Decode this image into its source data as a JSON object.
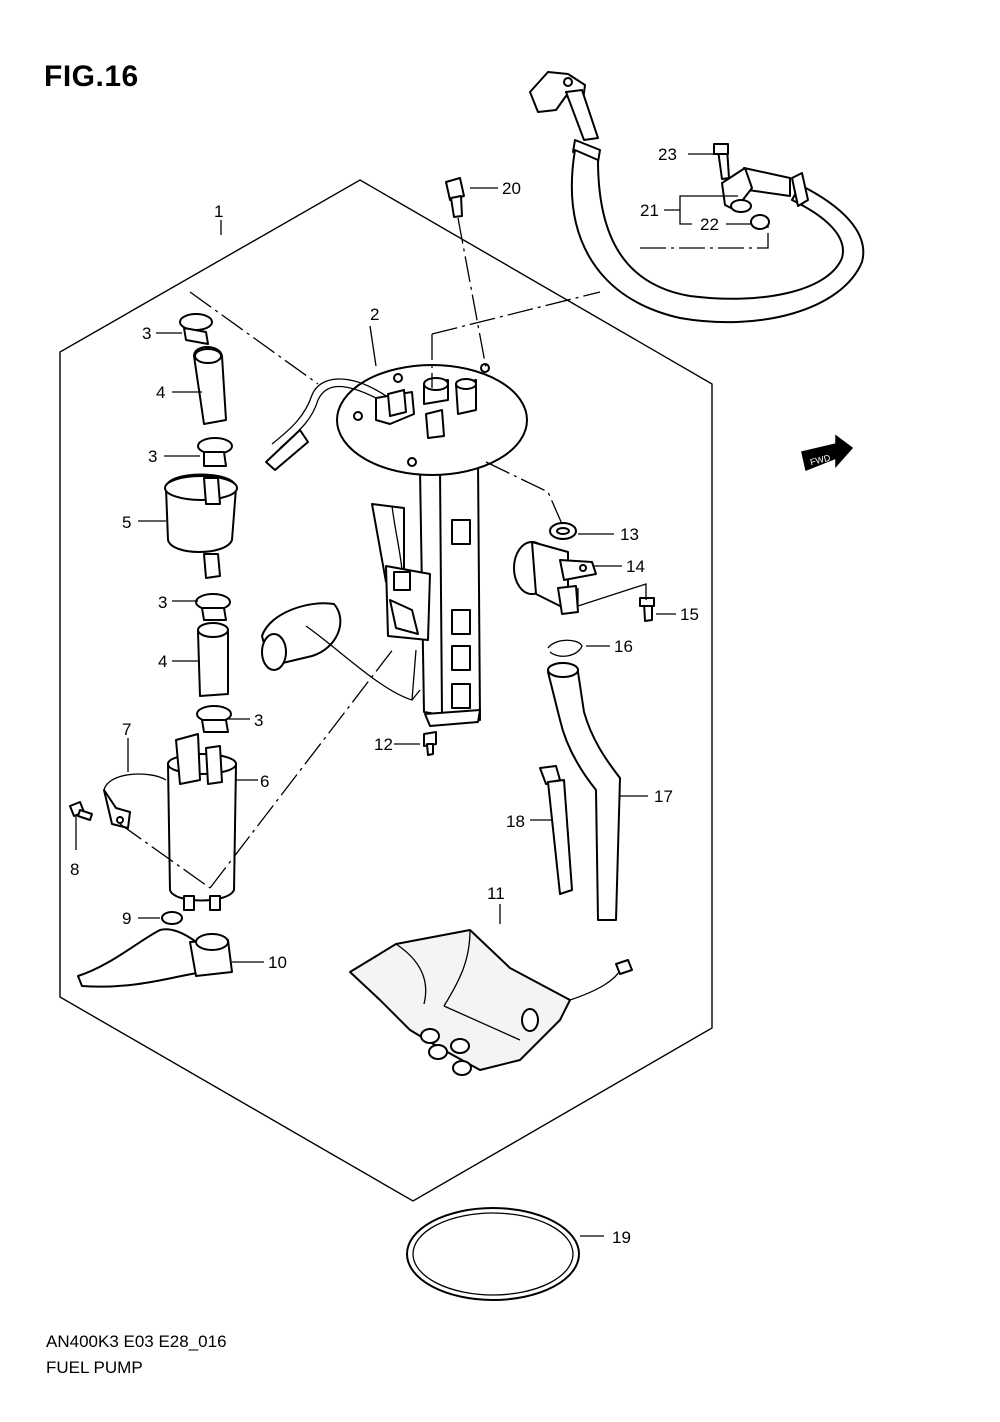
{
  "figure": {
    "title": "FIG.16",
    "code": "AN400K3 E03 E28_016",
    "name": "FUEL PUMP",
    "fwd_label": "FWD"
  },
  "callouts": [
    "1",
    "2",
    "3",
    "4",
    "5",
    "6",
    "7",
    "8",
    "9",
    "10",
    "11",
    "12",
    "13",
    "14",
    "15",
    "16",
    "17",
    "18",
    "19",
    "20",
    "21",
    "22",
    "23"
  ],
  "repeat_labels": {
    "part3": "3",
    "part4": "4"
  }
}
